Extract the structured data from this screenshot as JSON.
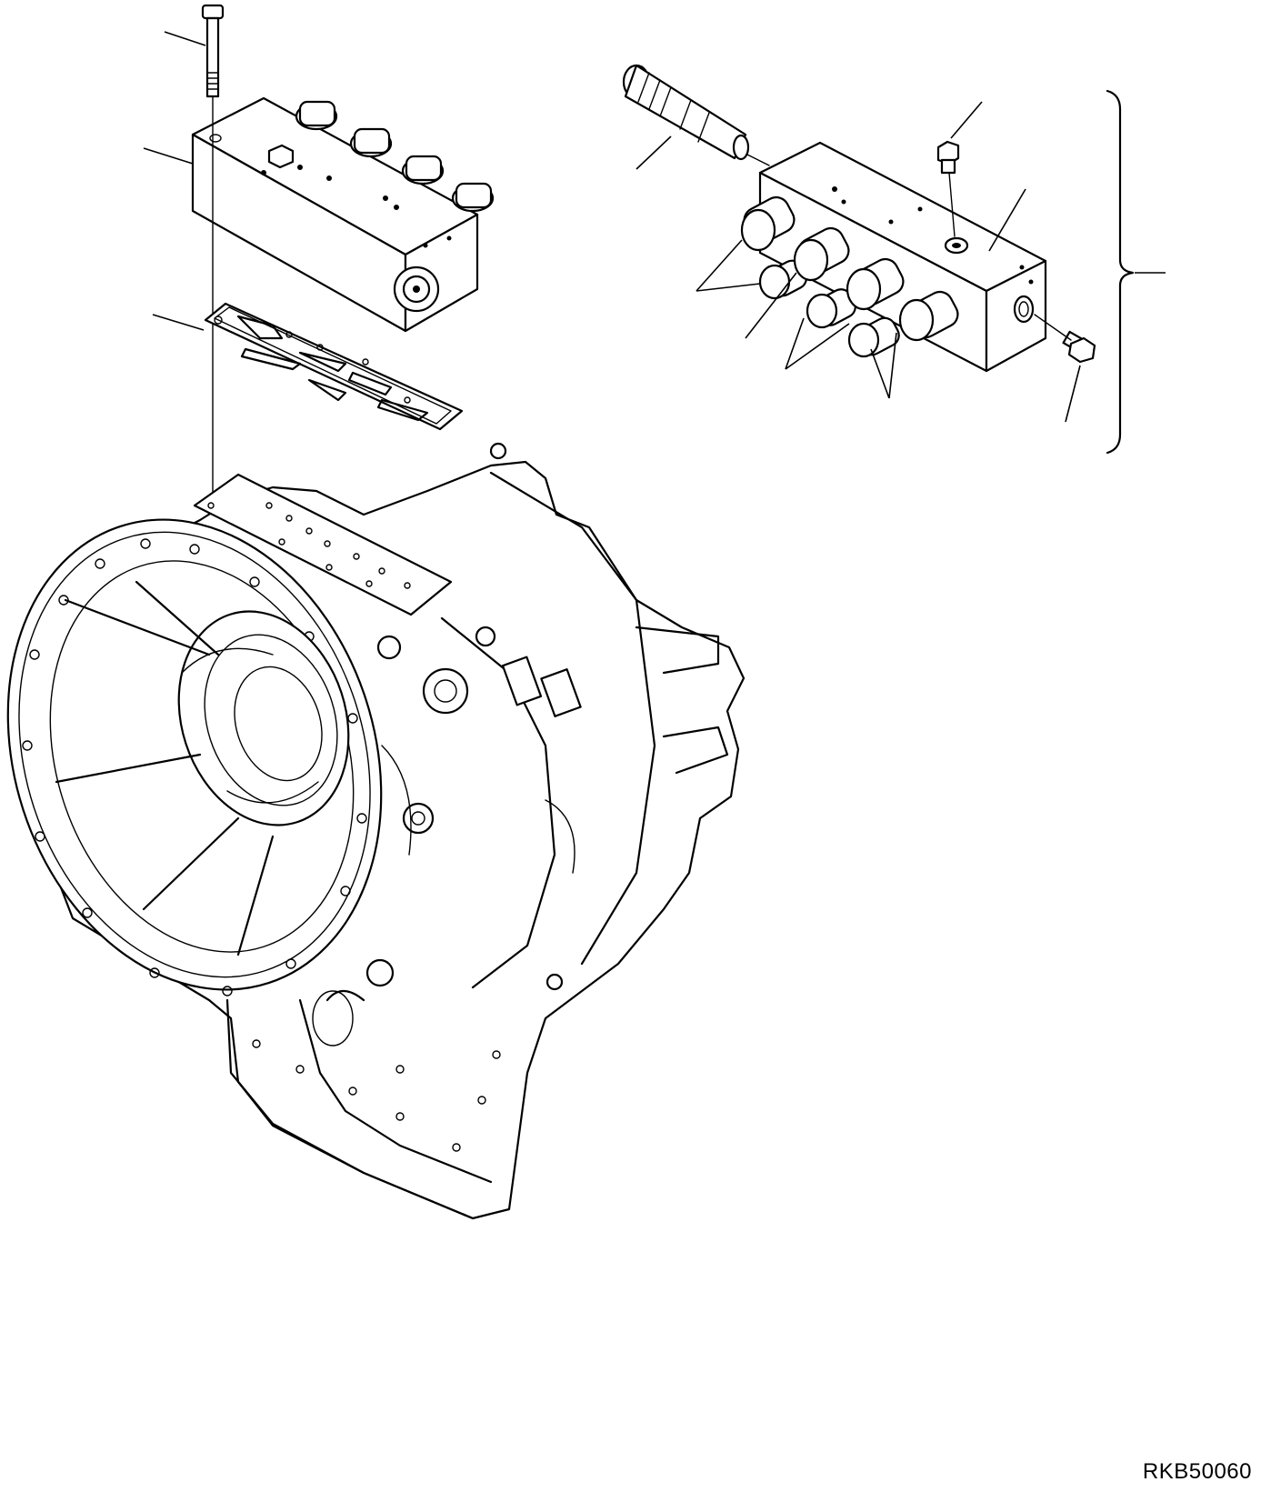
{
  "figure": {
    "code": "RKB50060"
  },
  "parts": [
    {
      "name": "bolt"
    },
    {
      "name": "control-valve-body"
    },
    {
      "name": "gasket"
    },
    {
      "name": "transmission-housing"
    },
    {
      "name": "solenoid-valve"
    },
    {
      "name": "valve-block"
    },
    {
      "name": "plug"
    },
    {
      "name": "plug-small"
    }
  ]
}
